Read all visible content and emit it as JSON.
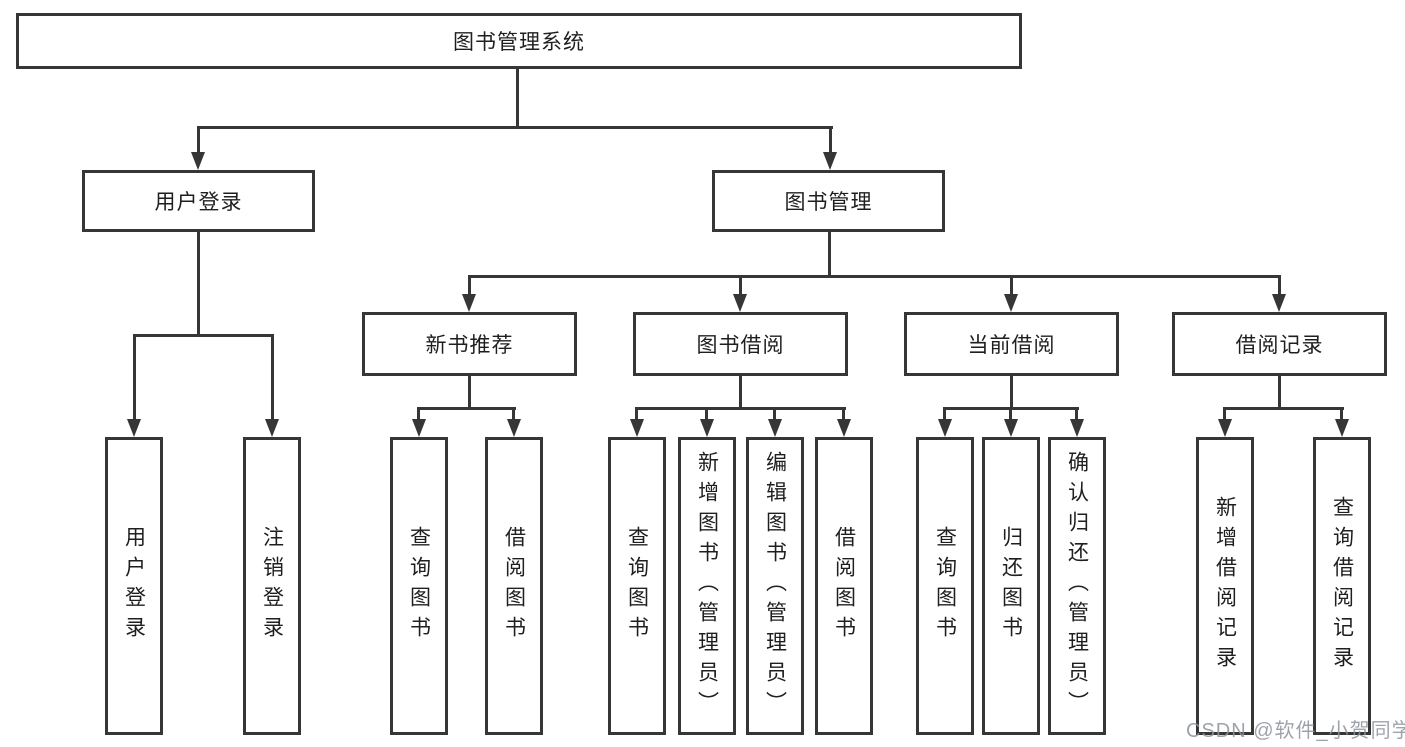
{
  "tree": {
    "root": {
      "label": "图书管理系统"
    },
    "branches": [
      {
        "label": "用户登录",
        "children": [
          {
            "label": "用户登录"
          },
          {
            "label": "注销登录"
          }
        ]
      },
      {
        "label": "图书管理",
        "children": [
          {
            "label": "新书推荐",
            "children": [
              {
                "label": "查询图书"
              },
              {
                "label": "借阅图书"
              }
            ]
          },
          {
            "label": "图书借阅",
            "children": [
              {
                "label": "查询图书"
              },
              {
                "label": "新增图书（管理员）"
              },
              {
                "label": "编辑图书（管理员）"
              },
              {
                "label": "借阅图书"
              }
            ]
          },
          {
            "label": "当前借阅",
            "children": [
              {
                "label": "查询图书"
              },
              {
                "label": "归还图书"
              },
              {
                "label": "确认归还（管理员）"
              }
            ]
          },
          {
            "label": "借阅记录",
            "children": [
              {
                "label": "新增借阅记录"
              },
              {
                "label": "查询借阅记录"
              }
            ]
          }
        ]
      }
    ]
  },
  "watermark": {
    "text": "CSDN @软件_小贺同学"
  },
  "colors": {
    "line": "#363636",
    "text": "#1f1f1f",
    "background": "#ffffff",
    "watermark": "#8d949d"
  }
}
